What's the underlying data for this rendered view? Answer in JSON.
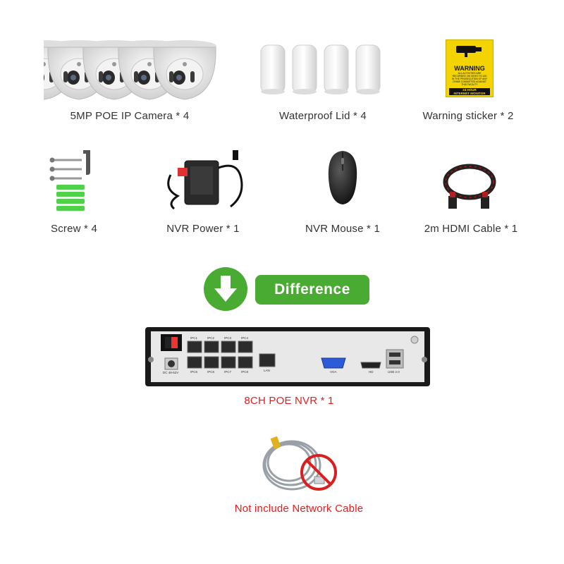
{
  "items": [
    {
      "label": "5MP POE IP Camera * 4"
    },
    {
      "label": "Waterproof Lid * 4"
    },
    {
      "label": "Warning sticker * 2"
    },
    {
      "label": "Screw * 4"
    },
    {
      "label": "NVR Power * 1"
    },
    {
      "label": "NVR Mouse * 1"
    },
    {
      "label": "2m HDMI Cable * 1"
    }
  ],
  "sticker": {
    "title": "WARNING",
    "line1": "ALL ACTIVITIES ARE",
    "line2": "RECORDED ON VIDEO TO AID",
    "line3": "IN THE PROSECUTION OF ANY",
    "line4": "CRIME COMMITTED AGAINST",
    "line5": "THIS FACILITY",
    "footer1": "24 HOUR",
    "footer2": "INTERNET MONITOR"
  },
  "difference": {
    "label": "Difference"
  },
  "nvr": {
    "label": "8CH POE NVR * 1",
    "ports_top": [
      "IPC1",
      "IPC2",
      "IPC3",
      "IPC4"
    ],
    "ports_bottom": [
      "IPC5",
      "IPC6",
      "IPC7",
      "IPC8"
    ],
    "dc": "DC 48-52V",
    "lan": "LAN",
    "vga": "VGA",
    "hd": "HD",
    "usb": "USB 2.0"
  },
  "cable": {
    "label": "Not include Network Cable"
  },
  "colors": {
    "green": "#4aab32",
    "red": "#e02020",
    "sticker_yellow": "#f3d400"
  }
}
